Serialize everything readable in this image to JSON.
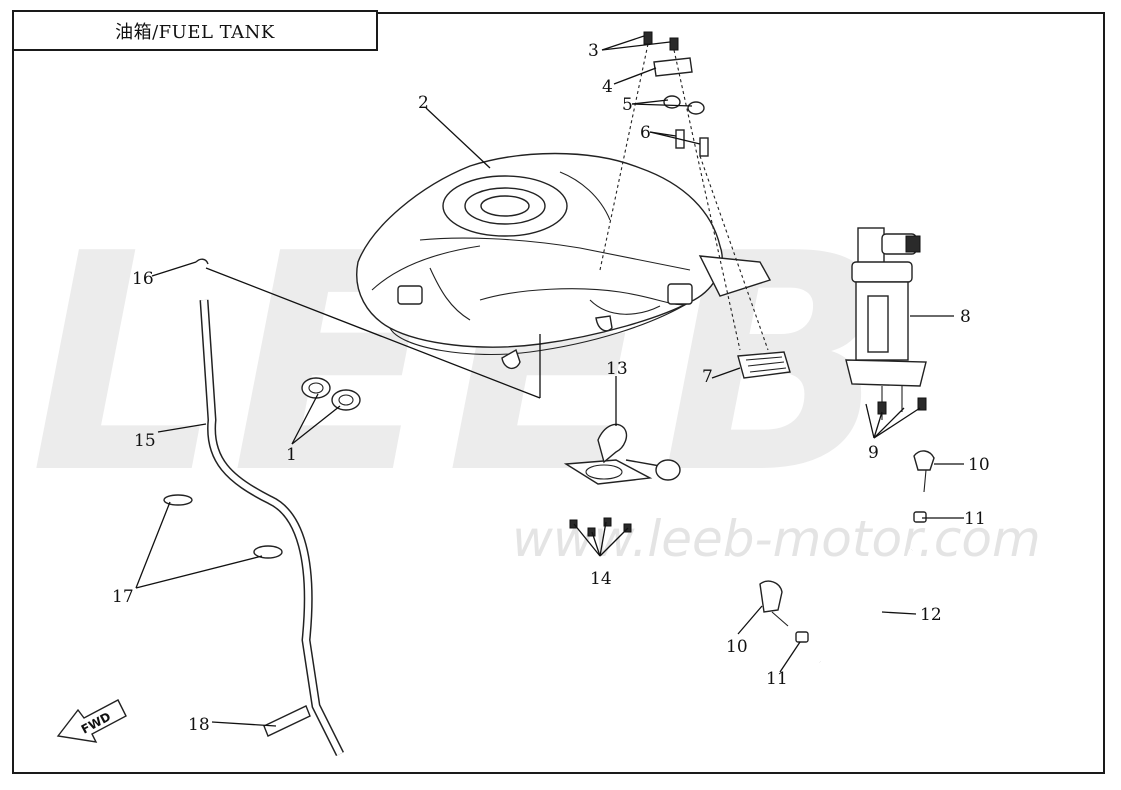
{
  "title": "油箱/FUEL TANK",
  "watermark": {
    "brand": "LEEB",
    "url": "www.leeb-motor.com"
  },
  "fwd_label": "FWD",
  "labels": {
    "l1": "1",
    "l2": "2",
    "l3": "3",
    "l4": "4",
    "l5": "5",
    "l6": "6",
    "l7": "7",
    "l8": "8",
    "l9": "9",
    "l10a": "10",
    "l10b": "10",
    "l11a": "11",
    "l11b": "11",
    "l12": "12",
    "l13": "13",
    "l14": "14",
    "l15": "15",
    "l16": "16",
    "l17": "17",
    "l18": "18"
  }
}
